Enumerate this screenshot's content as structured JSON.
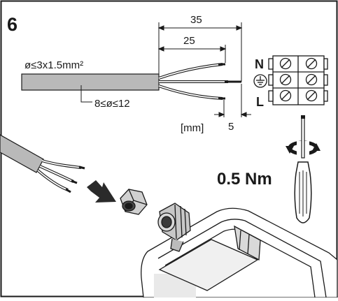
{
  "step": {
    "number": "6"
  },
  "cable": {
    "conductor_spec": "ø≤3x1.5mm²",
    "diameter_range": "8≤ø≤12"
  },
  "dimensions": {
    "outer": "35",
    "inner": "25",
    "strip": "5",
    "unit": "[mm]"
  },
  "terminal_block": {
    "labels": [
      "N",
      "⏚",
      "L"
    ]
  },
  "torque": {
    "value": "0.5 Nm"
  },
  "colors": {
    "stroke": "#1a1a1a",
    "cable_fill": "#b9b9b9",
    "metal_fill": "#d0d0d0",
    "dark_fill": "#4a4a4a"
  },
  "icons": [
    "arrow-right-icon",
    "rotate-icon",
    "screwdriver-icon",
    "ground-symbol-icon"
  ]
}
